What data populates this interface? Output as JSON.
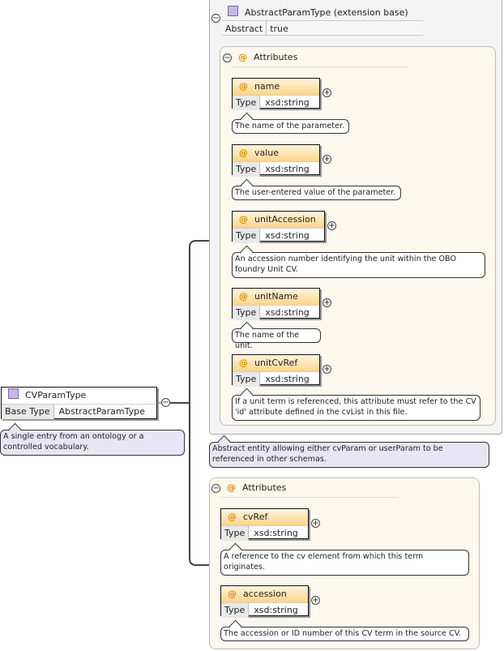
{
  "root": {
    "name": "CVParamType",
    "rows": [
      {
        "key": "Base Type",
        "value": "AbstractParamType"
      }
    ],
    "doc": "A single entry from an ontology or a controlled vocabulary."
  },
  "base": {
    "name": "AbstractParamType (extension base)",
    "rows": [
      {
        "key": "Abstract",
        "value": "true"
      }
    ],
    "doc": "Abstract entity allowing either cvParam or userParam to be referenced in other schemas.",
    "attributes_label": "Attributes",
    "attributes": [
      {
        "name": "name",
        "type_key": "Type",
        "type": "xsd:string",
        "doc": "The name of the parameter."
      },
      {
        "name": "value",
        "type_key": "Type",
        "type": "xsd:string",
        "doc": "The user-entered value of the parameter."
      },
      {
        "name": "unitAccession",
        "type_key": "Type",
        "type": "xsd:string",
        "doc": "An accession number identifying the unit within the OBO foundry Unit CV."
      },
      {
        "name": "unitName",
        "type_key": "Type",
        "type": "xsd:string",
        "doc": "The name of the unit."
      },
      {
        "name": "unitCvRef",
        "type_key": "Type",
        "type": "xsd:string",
        "doc": "If a unit term is referenced, this attribute must refer to the CV 'id' attribute defined in the cvList in this file."
      }
    ]
  },
  "own": {
    "attributes_label": "Attributes",
    "attributes": [
      {
        "name": "cvRef",
        "type_key": "Type",
        "type": "xsd:string",
        "doc": "A reference to the cv element from which this term originates."
      },
      {
        "name": "accession",
        "type_key": "Type",
        "type": "xsd:string",
        "doc": "The accession or ID number of this CV term in the source CV."
      }
    ]
  },
  "icons": {
    "collapse": "−",
    "expand": "+",
    "attribute": "@"
  }
}
